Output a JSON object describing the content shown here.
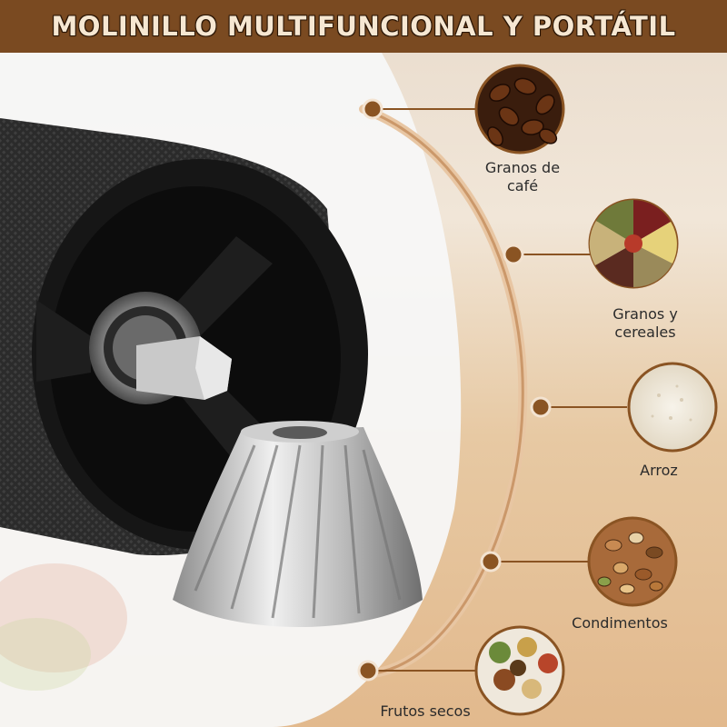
{
  "header": {
    "title": "MOLINILLO MULTIFUNCIONAL Y PORTÁTIL"
  },
  "features": [
    {
      "line1": "Granos de",
      "line2": "café",
      "icon": "coffee-beans-icon"
    },
    {
      "line1": "Granos y",
      "line2": "cereales",
      "icon": "grains-cereals-icon"
    },
    {
      "line1": "Arroz",
      "line2": "",
      "icon": "rice-flour-icon"
    },
    {
      "line1": "Condimentos",
      "line2": "",
      "icon": "mixed-nuts-icon"
    },
    {
      "line1": "Frutos secos",
      "line2": "",
      "icon": "spices-icon"
    }
  ],
  "colors": {
    "header": "#7a4a21",
    "accent": "#8a5423",
    "title_text": "#f6e7d2"
  }
}
